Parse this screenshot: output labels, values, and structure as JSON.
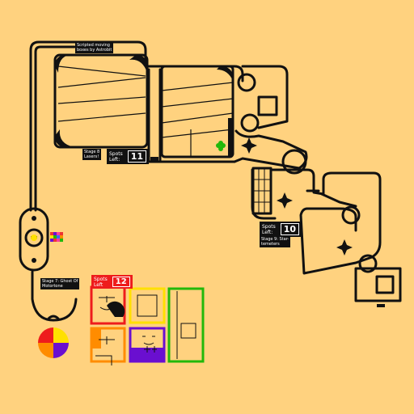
{
  "colors": {
    "background": "#ffd27f",
    "track": "#111111",
    "red": "#ee1c1c",
    "yellow": "#ffe000",
    "green": "#22b80a",
    "orange": "#ff8c00",
    "purple": "#6a0fd0"
  },
  "labels": {
    "scripted": "Scripted moving\nboxes by Astrobit",
    "stage8": "Stage 8\nLasers!",
    "stage9": "Stage 9: Star-\ntemeters",
    "stage7": "Stage 7: Ghost Of\nMotortone"
  },
  "counters": {
    "stage8": {
      "label": "Spots\nLeft:",
      "value": "11"
    },
    "stage9": {
      "label": "Spots\nLeft:",
      "value": "10"
    },
    "stage7": {
      "label": "Spots\nLeft",
      "value": "12"
    }
  },
  "icons": {
    "clover": "clover-icon",
    "star": "four-point-star-icon",
    "colorwheel": "color-wheel-icon"
  }
}
